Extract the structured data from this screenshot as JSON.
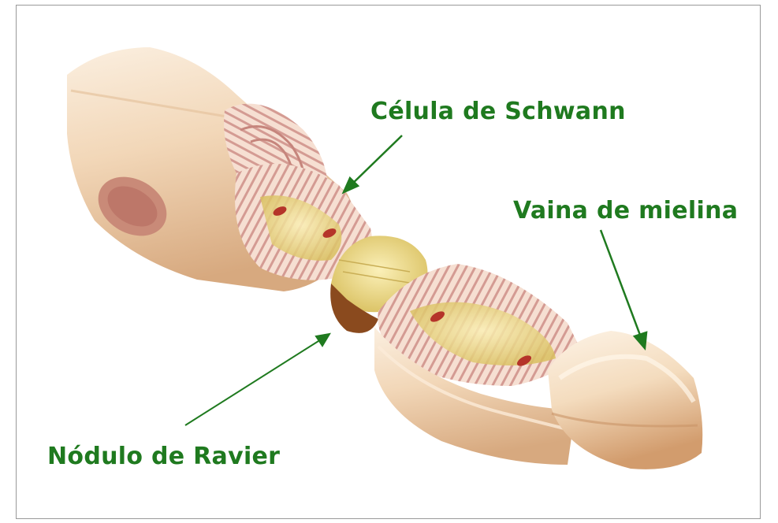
{
  "labels": {
    "schwann": "Célula de Schwann",
    "mielina": "Vaina de mielina",
    "ravier": "Nódulo de Ravier"
  },
  "colors": {
    "label_green": "#1f7a1f",
    "sheath_cream": "#f3dcc0",
    "lamella_pink": "#d99c95",
    "axon_yellow": "#eedd8c",
    "nucleus_red": "#b5342a",
    "frame_gray": "#9a9a9a"
  }
}
